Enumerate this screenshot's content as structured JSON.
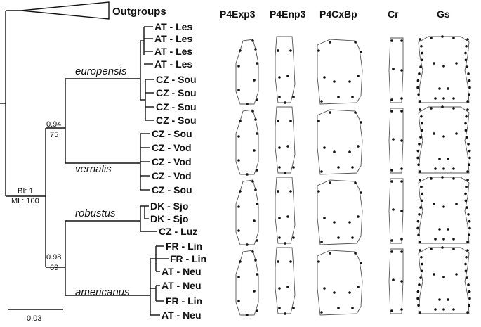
{
  "outgroups_label": "Outgroups",
  "columns": [
    "P4Exp3",
    "P4Enp3",
    "P4CxBp",
    "Cr",
    "Gs"
  ],
  "clades": {
    "europensis": "europensis",
    "vernalis": "vernalis",
    "robustus": "robustus",
    "americanus": "americanus"
  },
  "taxa": [
    "AT - Les",
    "AT - Les",
    "AT - Les",
    "AT - Les",
    "CZ - Sou",
    "CZ - Sou",
    "CZ - Sou",
    "CZ - Sou",
    "CZ - Sou",
    "CZ - Vod",
    "CZ - Vod",
    "CZ - Vod",
    "CZ - Sou",
    "DK - Sjo",
    "DK - Sjo",
    "CZ - Luz",
    "FR - Lin",
    "FR - Lin",
    "AT - Neu",
    "AT - Neu",
    "FR - Lin",
    "AT - Neu"
  ],
  "support": {
    "node_upper_bi": "0.94",
    "node_upper_ml": "75",
    "node_lower_bi": "0.98",
    "node_lower_ml": "69",
    "root_bi": "BI: 1",
    "root_ml": "ML: 100"
  },
  "scale_bar": "0.03"
}
